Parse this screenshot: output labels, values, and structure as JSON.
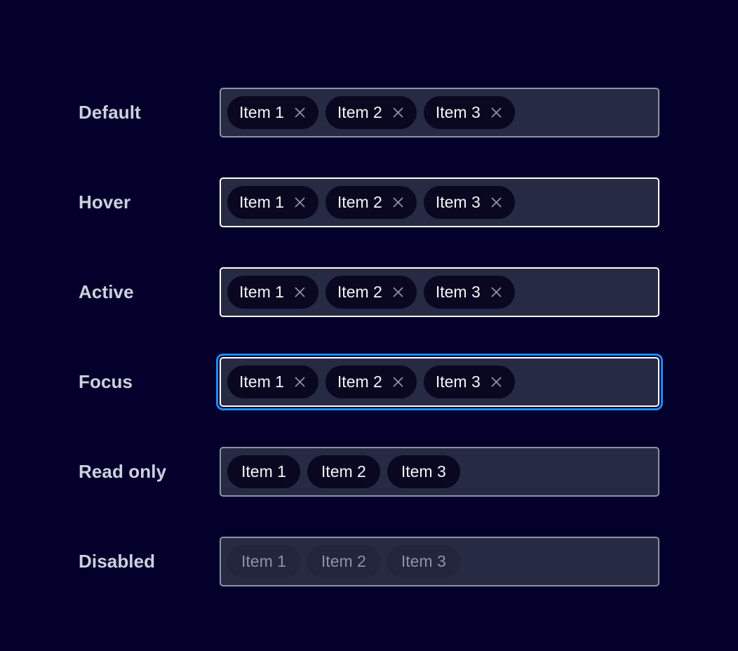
{
  "colors": {
    "page_background": "#03002b",
    "field_background": "#262a42",
    "field_border_default": "#8e93ab",
    "field_border_emphasis": "#ffffff",
    "focus_ring": "#1b8cfa",
    "chip_background": "#0a0820",
    "chip_background_disabled": "#22253c",
    "label_text": "#cdd1de",
    "chip_text": "#f4f5f9",
    "chip_text_disabled": "#8d92a8",
    "remove_icon": "#9096ad"
  },
  "remove_icon_name": "close-icon",
  "rows": [
    {
      "label": "Default",
      "state": "default",
      "removable": true,
      "chips": [
        {
          "label": "Item 1"
        },
        {
          "label": "Item 2"
        },
        {
          "label": "Item 3"
        }
      ]
    },
    {
      "label": "Hover",
      "state": "hover",
      "removable": true,
      "chips": [
        {
          "label": "Item 1"
        },
        {
          "label": "Item 2"
        },
        {
          "label": "Item 3"
        }
      ]
    },
    {
      "label": "Active",
      "state": "active",
      "removable": true,
      "chips": [
        {
          "label": "Item 1"
        },
        {
          "label": "Item 2"
        },
        {
          "label": "Item 3"
        }
      ]
    },
    {
      "label": "Focus",
      "state": "focus",
      "removable": true,
      "chips": [
        {
          "label": "Item 1"
        },
        {
          "label": "Item 2"
        },
        {
          "label": "Item 3"
        }
      ]
    },
    {
      "label": "Read only",
      "state": "readonly",
      "removable": false,
      "chips": [
        {
          "label": "Item 1"
        },
        {
          "label": "Item 2"
        },
        {
          "label": "Item 3"
        }
      ]
    },
    {
      "label": "Disabled",
      "state": "disabled",
      "removable": false,
      "chips": [
        {
          "label": "Item 1"
        },
        {
          "label": "Item 2"
        },
        {
          "label": "Item 3"
        }
      ]
    }
  ]
}
